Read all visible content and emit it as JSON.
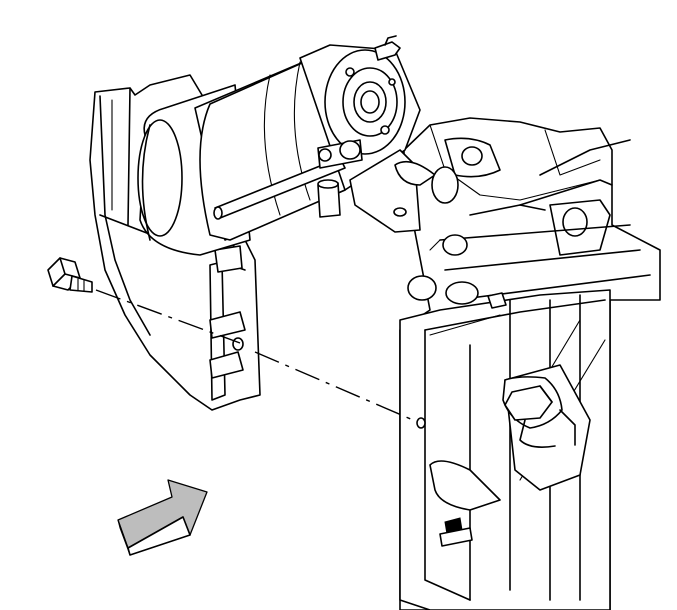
{
  "diagram": {
    "parts": [
      "starter-motor",
      "mounting-bolt",
      "mounting-bracket",
      "engine-block",
      "oil-pan",
      "drain-plug"
    ],
    "colors": {
      "line": "#000000",
      "background": "#ffffff",
      "arrow_fill": "#bdbdbd"
    },
    "icons": {
      "direction": "view-direction-arrow-icon"
    }
  }
}
